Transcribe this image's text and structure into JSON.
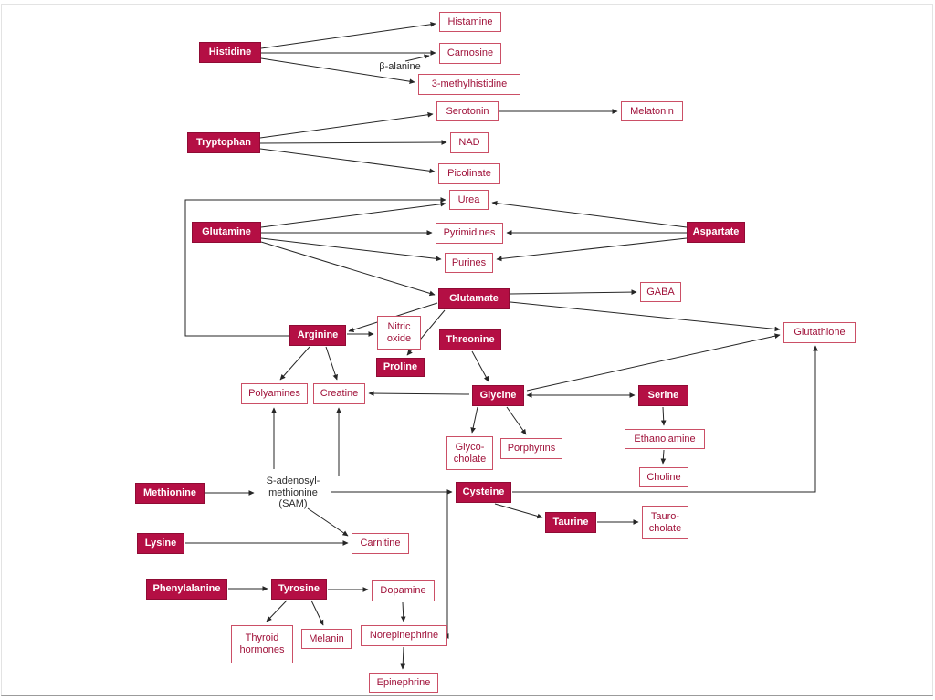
{
  "title": "Amino acid metabolism pathway diagram",
  "colors": {
    "filled_node_bg": "#b40f44",
    "filled_node_text": "#ffffff",
    "outlined_node_border": "#cb4f66",
    "outlined_node_text": "#a0123a",
    "plain_text": "#2b2b2b",
    "arrow": "#262626",
    "background": "#ffffff"
  },
  "nodes": {
    "histidine": {
      "label": "Histidine",
      "type": "filled"
    },
    "tryptophan": {
      "label": "Tryptophan",
      "type": "filled"
    },
    "glutamine": {
      "label": "Glutamine",
      "type": "filled"
    },
    "aspartate": {
      "label": "Aspartate",
      "type": "filled"
    },
    "glutamate": {
      "label": "Glutamate",
      "type": "filled"
    },
    "arginine": {
      "label": "Arginine",
      "type": "filled"
    },
    "threonine": {
      "label": "Threonine",
      "type": "filled"
    },
    "proline": {
      "label": "Proline",
      "type": "filled"
    },
    "glycine": {
      "label": "Glycine",
      "type": "filled"
    },
    "serine": {
      "label": "Serine",
      "type": "filled"
    },
    "methionine": {
      "label": "Methionine",
      "type": "filled"
    },
    "cysteine": {
      "label": "Cysteine",
      "type": "filled"
    },
    "taurine": {
      "label": "Taurine",
      "type": "filled"
    },
    "lysine": {
      "label": "Lysine",
      "type": "filled"
    },
    "phenylalanine": {
      "label": "Phenylalanine",
      "type": "filled"
    },
    "tyrosine": {
      "label": "Tyrosine",
      "type": "filled"
    },
    "histamine": {
      "label": "Histamine",
      "type": "outlined"
    },
    "carnosine": {
      "label": "Carnosine",
      "type": "outlined"
    },
    "methylhistidine": {
      "label": "3-methylhistidine",
      "type": "outlined"
    },
    "serotonin": {
      "label": "Serotonin",
      "type": "outlined"
    },
    "melatonin": {
      "label": "Melatonin",
      "type": "outlined"
    },
    "nad": {
      "label": "NAD",
      "type": "outlined"
    },
    "picolinate": {
      "label": "Picolinate",
      "type": "outlined"
    },
    "urea": {
      "label": "Urea",
      "type": "outlined"
    },
    "pyrimidines": {
      "label": "Pyrimidines",
      "type": "outlined"
    },
    "purines": {
      "label": "Purines",
      "type": "outlined"
    },
    "gaba": {
      "label": "GABA",
      "type": "outlined"
    },
    "glutathione": {
      "label": "Glutathione",
      "type": "outlined"
    },
    "nitric_oxide": {
      "label": "Nitric\noxide",
      "type": "outlined"
    },
    "polyamines": {
      "label": "Polyamines",
      "type": "outlined"
    },
    "creatine": {
      "label": "Creatine",
      "type": "outlined"
    },
    "glycocholate": {
      "label": "Glyco-\ncholate",
      "type": "outlined"
    },
    "porphyrins": {
      "label": "Porphyrins",
      "type": "outlined"
    },
    "ethanolamine": {
      "label": "Ethanolamine",
      "type": "outlined"
    },
    "choline": {
      "label": "Choline",
      "type": "outlined"
    },
    "carnitine": {
      "label": "Carnitine",
      "type": "outlined"
    },
    "taurocholate": {
      "label": "Tauro-\ncholate",
      "type": "outlined"
    },
    "dopamine": {
      "label": "Dopamine",
      "type": "outlined"
    },
    "thyroid_hormones": {
      "label": "Thyroid\nhormones",
      "type": "outlined"
    },
    "melanin": {
      "label": "Melanin",
      "type": "outlined"
    },
    "norepinephrine": {
      "label": "Norepinephrine",
      "type": "outlined"
    },
    "epinephrine": {
      "label": "Epinephrine",
      "type": "outlined"
    },
    "beta_alanine": {
      "label": "β-alanine",
      "type": "plain"
    },
    "sam": {
      "label": "S-adenosyl-\nmethionine\n(SAM)",
      "type": "plain"
    }
  },
  "edges": [
    {
      "from": "Histidine",
      "to": "Histamine"
    },
    {
      "from": "Histidine",
      "to": "Carnosine"
    },
    {
      "from": "β-alanine",
      "to": "Carnosine"
    },
    {
      "from": "Histidine",
      "to": "3-methylhistidine"
    },
    {
      "from": "Tryptophan",
      "to": "Serotonin"
    },
    {
      "from": "Serotonin",
      "to": "Melatonin"
    },
    {
      "from": "Tryptophan",
      "to": "NAD"
    },
    {
      "from": "Tryptophan",
      "to": "Picolinate"
    },
    {
      "from": "Glutamine",
      "to": "Urea"
    },
    {
      "from": "Glutamine",
      "to": "Pyrimidines"
    },
    {
      "from": "Glutamine",
      "to": "Purines"
    },
    {
      "from": "Glutamine",
      "to": "Glutamate"
    },
    {
      "from": "Aspartate",
      "to": "Urea"
    },
    {
      "from": "Aspartate",
      "to": "Pyrimidines"
    },
    {
      "from": "Aspartate",
      "to": "Purines"
    },
    {
      "from": "Glutamate",
      "to": "GABA"
    },
    {
      "from": "Glutamate",
      "to": "Glutathione"
    },
    {
      "from": "Glutamate",
      "to": "Arginine"
    },
    {
      "from": "Glutamate",
      "to": "Proline"
    },
    {
      "from": "Arginine",
      "to": "Nitric oxide"
    },
    {
      "from": "Arginine",
      "to": "Polyamines"
    },
    {
      "from": "Arginine",
      "to": "Creatine"
    },
    {
      "from": "Arginine",
      "to": "Urea"
    },
    {
      "from": "SAM",
      "to": "Polyamines"
    },
    {
      "from": "SAM",
      "to": "Creatine"
    },
    {
      "from": "Glycine",
      "to": "Creatine"
    },
    {
      "from": "Threonine",
      "to": "Glycine"
    },
    {
      "from": "Glycine",
      "to": "Serine",
      "direction": "both"
    },
    {
      "from": "Glycine",
      "to": "Glyco-cholate"
    },
    {
      "from": "Glycine",
      "to": "Porphyrins"
    },
    {
      "from": "Glycine",
      "to": "Glutathione"
    },
    {
      "from": "Serine",
      "to": "Ethanolamine"
    },
    {
      "from": "Ethanolamine",
      "to": "Choline"
    },
    {
      "from": "Methionine",
      "to": "SAM"
    },
    {
      "from": "SAM",
      "to": "Cysteine"
    },
    {
      "from": "SAM",
      "to": "Norepinephrine"
    },
    {
      "from": "SAM",
      "to": "Carnitine"
    },
    {
      "from": "Lysine",
      "to": "Carnitine"
    },
    {
      "from": "Cysteine",
      "to": "Taurine"
    },
    {
      "from": "Taurine",
      "to": "Tauro-cholate"
    },
    {
      "from": "Cysteine",
      "to": "Glutathione"
    },
    {
      "from": "Phenylalanine",
      "to": "Tyrosine"
    },
    {
      "from": "Tyrosine",
      "to": "Dopamine"
    },
    {
      "from": "Tyrosine",
      "to": "Thyroid hormones"
    },
    {
      "from": "Tyrosine",
      "to": "Melanin"
    },
    {
      "from": "Dopamine",
      "to": "Norepinephrine"
    },
    {
      "from": "Norepinephrine",
      "to": "Epinephrine"
    }
  ]
}
